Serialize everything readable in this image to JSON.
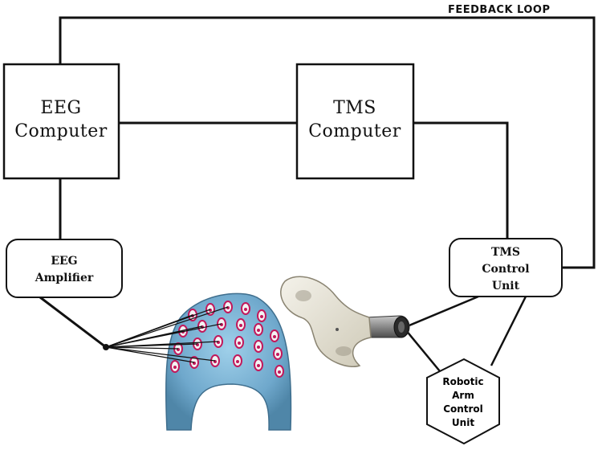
{
  "labels": {
    "feedback_loop": "FEEDBACK LOOP",
    "eeg_computer": [
      "EEG",
      "Computer"
    ],
    "tms_computer": [
      "TMS",
      "Computer"
    ],
    "eeg_amplifier": [
      "EEG",
      "Amplifier"
    ],
    "tms_control_unit": [
      "TMS",
      "Control",
      "Unit"
    ],
    "robotic_arm_control_unit": [
      "Robotic",
      "Arm",
      "Control",
      "Unit"
    ]
  },
  "colors": {
    "line": "#111111",
    "box_fill": "#ffffff",
    "cap_fill": "#7fb6d6",
    "electrode": "#c2185b"
  },
  "icons": [
    "eeg-cap-icon",
    "tms-coil-icon"
  ]
}
